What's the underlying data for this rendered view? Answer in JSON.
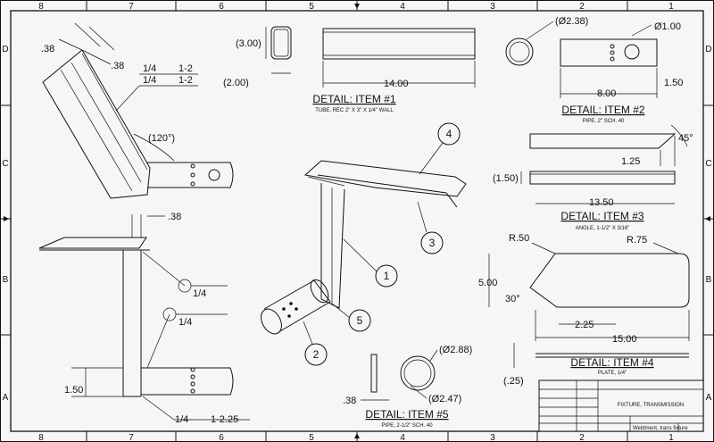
{
  "border": {
    "zone_cols_top": [
      "8",
      "7",
      "6",
      "5",
      "4",
      "3",
      "2",
      "1"
    ],
    "zone_cols_bottom": [
      "8",
      "7",
      "6",
      "5",
      "4",
      "3",
      "2",
      "1"
    ],
    "zone_rows_left": [
      "D",
      "C",
      "B",
      "A"
    ],
    "zone_rows_right": [
      "D",
      "C",
      "B",
      "A"
    ]
  },
  "weld_view": {
    "dims": {
      "d38_top": ".38",
      "d38_mid": ".38",
      "weld_a": "1/4",
      "weld_a_len": "1-2",
      "weld_b": "1/4",
      "weld_b_len": "1-2",
      "angle": "(120°)"
    }
  },
  "front_view": {
    "dims": {
      "d38": ".38",
      "weld_c": "1/4",
      "weld_d": "1/4",
      "d150": "1.50",
      "weld_e": "1/4",
      "weld_e_len": "1-2.25"
    }
  },
  "iso_view": {
    "balloons": [
      "4",
      "3",
      "1",
      "5",
      "2"
    ]
  },
  "detail_1": {
    "title": "DETAIL: ITEM #1",
    "subtitle": "TUBE, REC 2\" X 3\" X 1/4\" WALL",
    "dims": {
      "h": "(3.00)",
      "w": "(2.00)",
      "len": "14.00"
    }
  },
  "detail_2": {
    "title": "DETAIL: ITEM #2",
    "subtitle": "PIPE, 2\" SCH. 40",
    "dims": {
      "od": "(Ø2.38)",
      "hole": "Ø1.00",
      "len": "8.00",
      "off": "1.50"
    }
  },
  "detail_3": {
    "title": "DETAIL: ITEM #3",
    "subtitle": "ANGLE, 1-1/2\" X 3/16\"",
    "dims": {
      "angle": "45°",
      "off": "1.25",
      "w": "(1.50)",
      "len": "13.50"
    }
  },
  "detail_4": {
    "title": "DETAIL: ITEM #4",
    "subtitle": "PLATE, 1/4\"",
    "dims": {
      "r1": "R.50",
      "r2": "R.75",
      "h": "5.00",
      "ang": "30°",
      "off": "2.25",
      "len": "15.00",
      "t": "(.25)"
    }
  },
  "detail_5": {
    "title": "DETAIL: ITEM #5",
    "subtitle": "PIPE, 2-1/2\" SCH. 40",
    "dims": {
      "od": "(Ø2.88)",
      "id": "(Ø2.47)",
      "t": ".38"
    }
  },
  "title_block": {
    "title": "FIXTURE, TRANSMISSION",
    "file": "Weldment, trans fixture"
  }
}
